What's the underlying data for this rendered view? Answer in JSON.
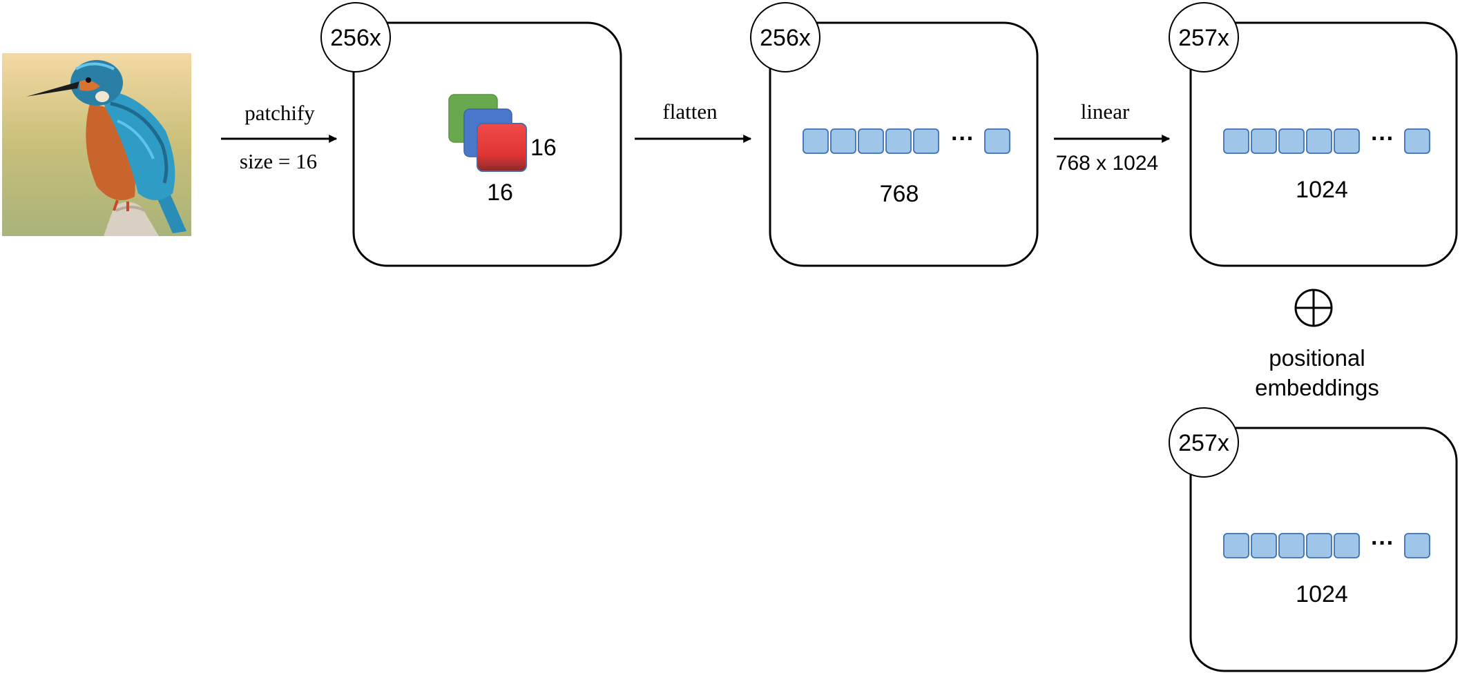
{
  "input_image": {
    "icon": "kingfisher-bird-photo"
  },
  "steps": {
    "patchify": {
      "label": "patchify",
      "sublabel": "size = 16"
    },
    "flatten": {
      "label": "flatten"
    },
    "linear": {
      "label": "linear",
      "sublabel": "768 x 1024"
    }
  },
  "boxes": {
    "patches": {
      "count": "256x",
      "height_label": "16",
      "width_label": "16"
    },
    "flattened": {
      "count": "256x",
      "dim_label": "768",
      "ellipsis": "···"
    },
    "projected": {
      "count": "257x",
      "dim_label": "1024",
      "ellipsis": "···"
    },
    "embedded": {
      "count": "257x",
      "dim_label": "1024",
      "ellipsis": "···"
    }
  },
  "plus": {
    "icon": "circled-plus-icon",
    "label_line1": "positional",
    "label_line2": "embeddings"
  },
  "colors": {
    "patch_green": "#6aa84f",
    "patch_blue": "#4a77c9",
    "patch_red": "#e53b3b",
    "vector_fill": "#9fc5e8",
    "vector_stroke": "#3d6fb5"
  }
}
